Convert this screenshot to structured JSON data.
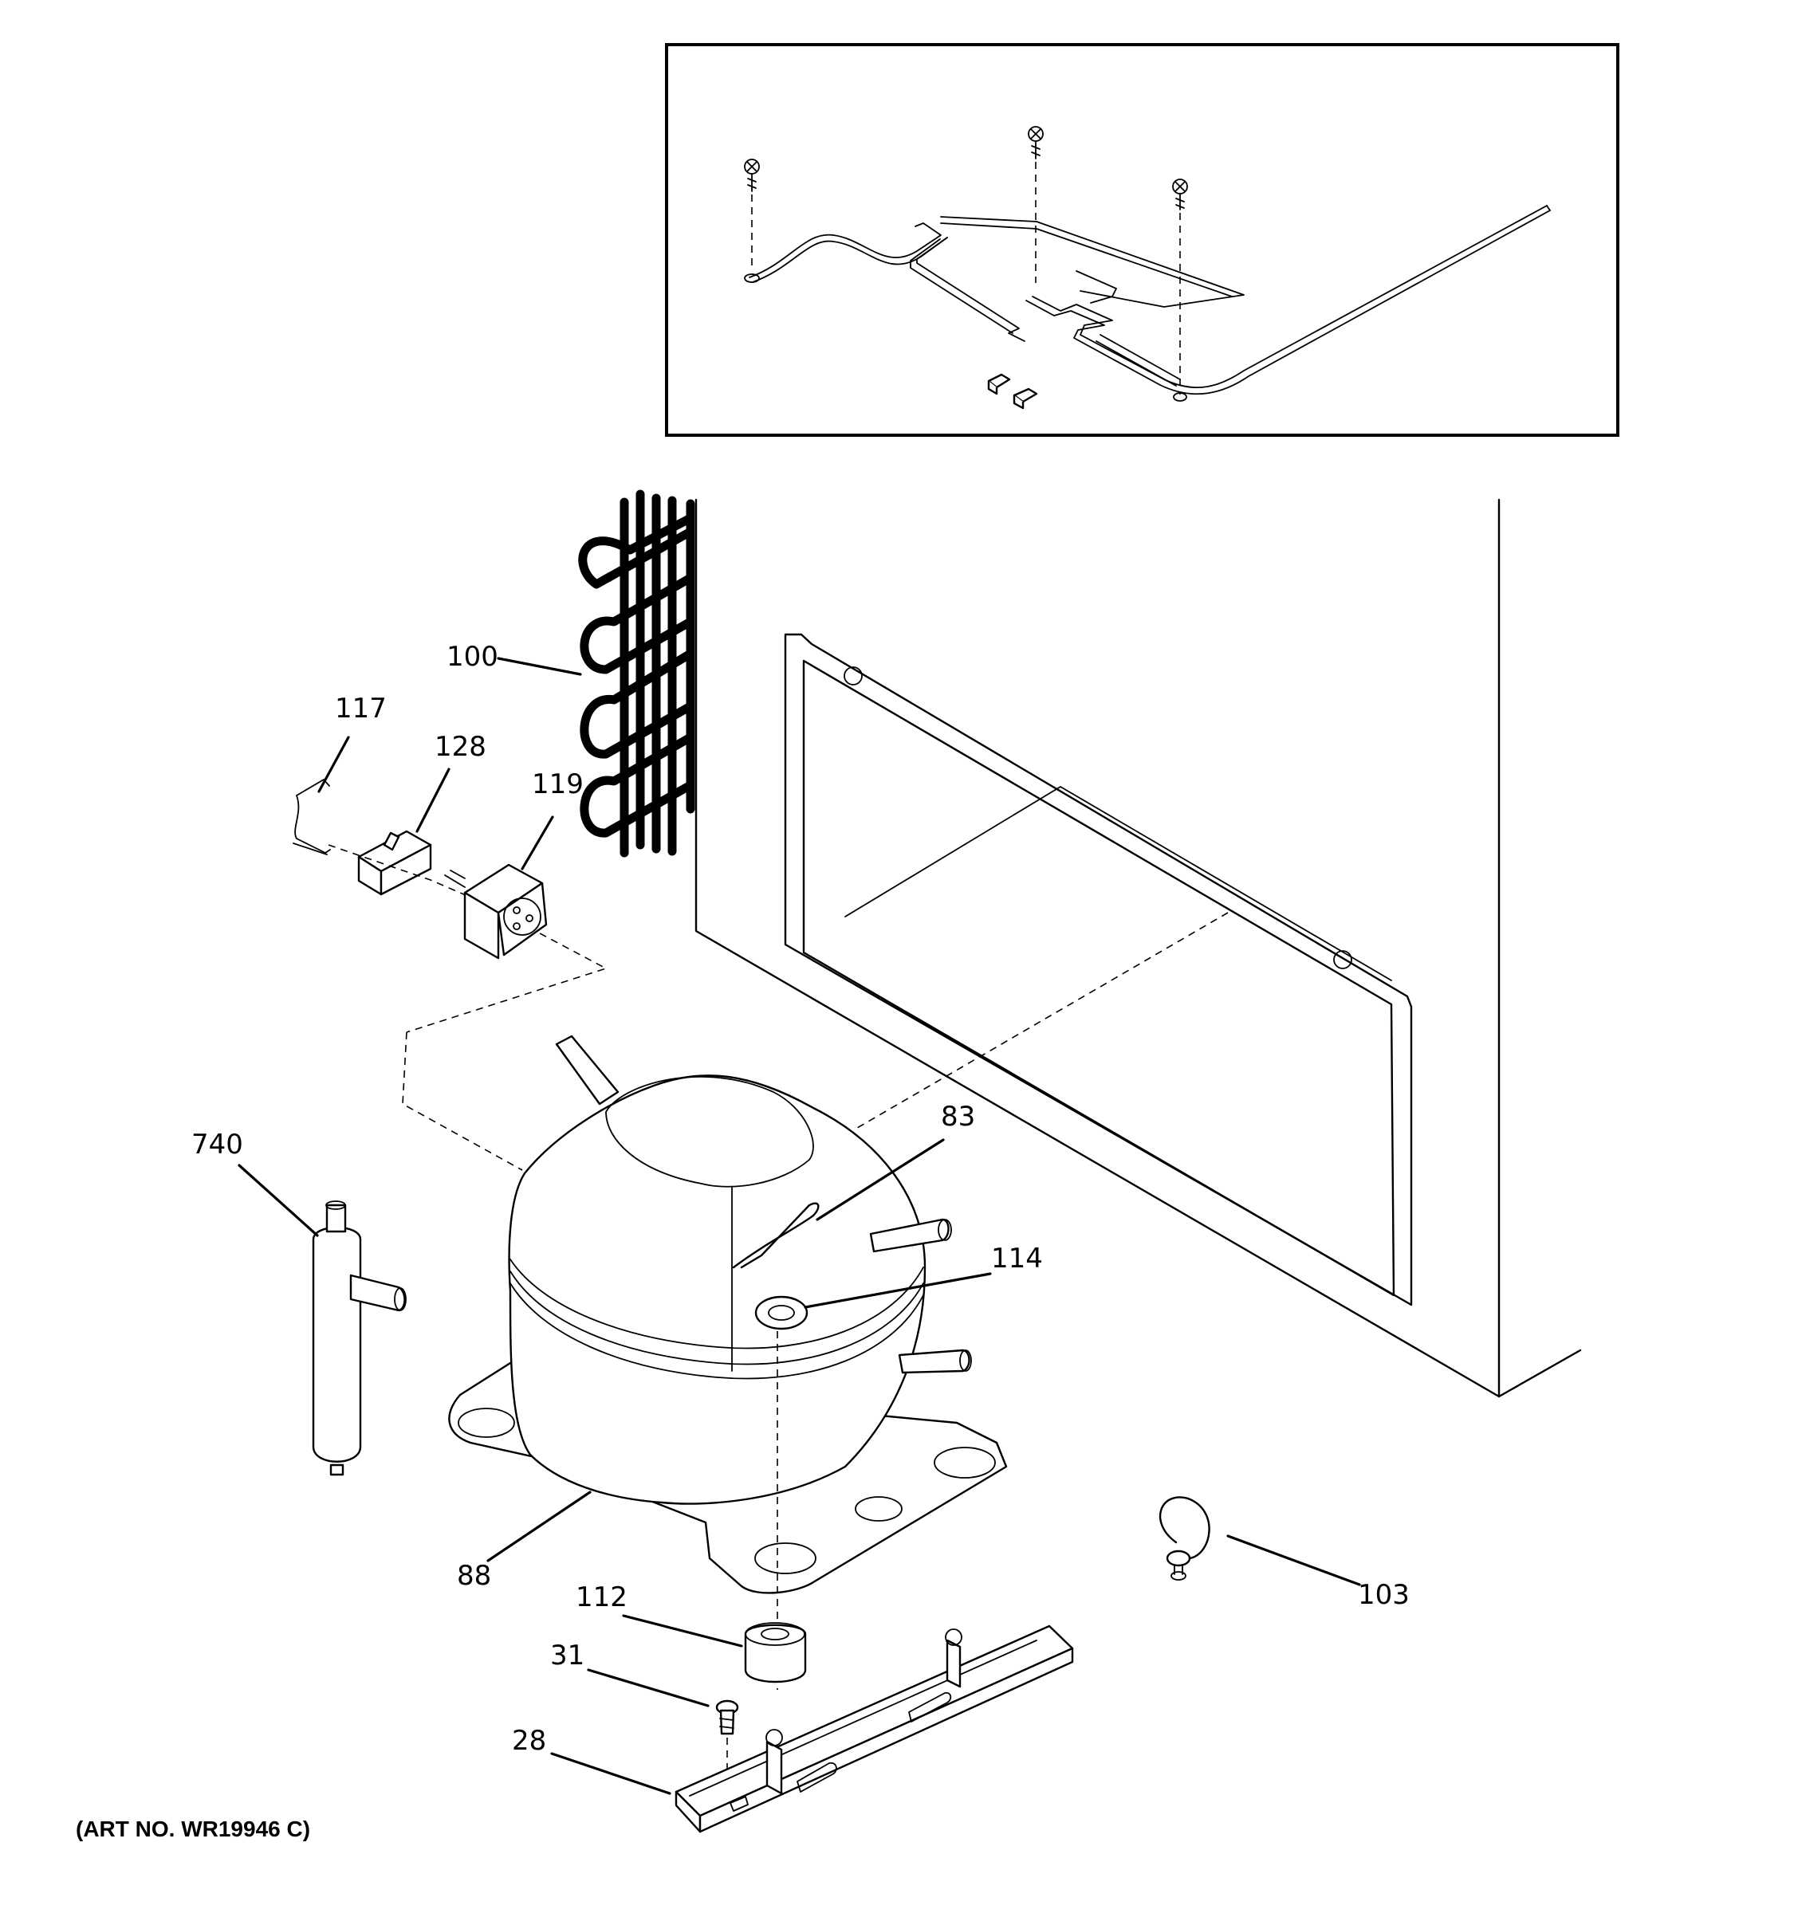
{
  "art_number": "(ART NO. WR19946 C)",
  "callouts": [
    {
      "id": "callout-28",
      "label": "28"
    },
    {
      "id": "callout-31",
      "label": "31"
    },
    {
      "id": "callout-83",
      "label": "83"
    },
    {
      "id": "callout-88",
      "label": "88"
    },
    {
      "id": "callout-100",
      "label": "100"
    },
    {
      "id": "callout-103",
      "label": "103"
    },
    {
      "id": "callout-112",
      "label": "112"
    },
    {
      "id": "callout-114",
      "label": "114"
    },
    {
      "id": "callout-117",
      "label": "117"
    },
    {
      "id": "callout-119",
      "label": "119"
    },
    {
      "id": "callout-128",
      "label": "128"
    },
    {
      "id": "callout-740",
      "label": "740"
    }
  ]
}
